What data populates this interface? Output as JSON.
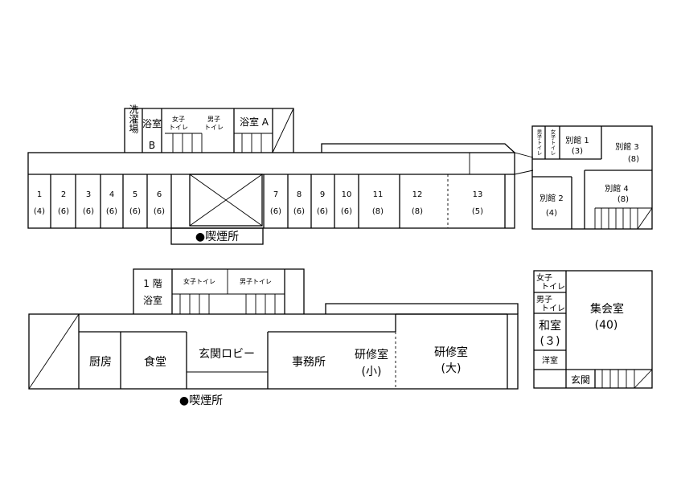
{
  "upper": {
    "laundry": "洗濯場",
    "bath_b": [
      "浴室",
      "B"
    ],
    "womens_wc": [
      "女子",
      "トイレ"
    ],
    "mens_wc": [
      "男子",
      "トイレ"
    ],
    "bath_a": "浴室 A",
    "guest_rooms": [
      {
        "num": "1",
        "cap": "(4)"
      },
      {
        "num": "2",
        "cap": "(6)"
      },
      {
        "num": "3",
        "cap": "(6)"
      },
      {
        "num": "4",
        "cap": "(6)"
      },
      {
        "num": "5",
        "cap": "(6)"
      },
      {
        "num": "6",
        "cap": "(6)"
      },
      {
        "num": "7",
        "cap": "(6)"
      },
      {
        "num": "8",
        "cap": "(6)"
      },
      {
        "num": "9",
        "cap": "(6)"
      },
      {
        "num": "10",
        "cap": "(6)"
      },
      {
        "num": "11",
        "cap": "(8)"
      },
      {
        "num": "12",
        "cap": "(8)"
      },
      {
        "num": "13",
        "cap": "(5)"
      }
    ],
    "smoking": "●喫煙所"
  },
  "annex": {
    "mens_wc": "男子トイレ",
    "womens_wc": "女子トイレ",
    "annex1": {
      "name": "別館 1",
      "cap": "(3)"
    },
    "annex2": {
      "name": "別館 2",
      "cap": "(4)"
    },
    "annex3": {
      "name": "別館 3",
      "cap": "(8)"
    },
    "annex4": {
      "name": "別館 4",
      "cap": "(8)"
    }
  },
  "lower": {
    "bath_1f": [
      "1 階",
      "浴室"
    ],
    "womens_wc": "女子トイレ",
    "mens_wc": "男子トイレ",
    "kitchen": "厨房",
    "dining": "食堂",
    "lobby": "玄関ロビー",
    "office": "事務所",
    "training_small": [
      "研修室",
      "(小)"
    ],
    "training_large": [
      "研修室",
      "(大)"
    ],
    "smoking": "●喫煙所"
  },
  "hall": {
    "womens_wc": [
      "女子",
      "トイレ"
    ],
    "mens_wc": [
      "男子",
      "トイレ"
    ],
    "japanese_room": [
      "和室",
      "(３)"
    ],
    "western_room": "洋室",
    "assembly": [
      "集会室",
      "(40)"
    ],
    "entrance": "玄関"
  }
}
